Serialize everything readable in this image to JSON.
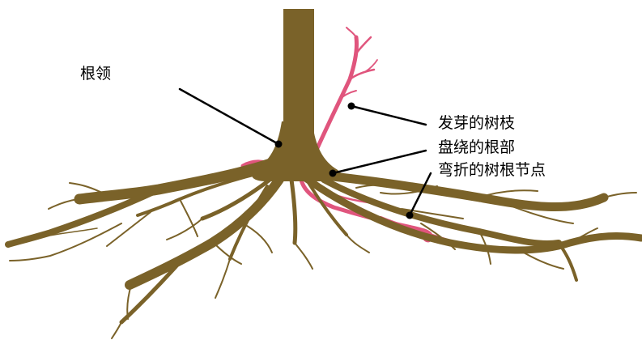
{
  "labels": {
    "root_collar": "根领",
    "sprouting_branch": "发芽的树枝",
    "girdling_root": "盘绕的根部",
    "kinked_root_node": "弯折的树根节点"
  },
  "colors": {
    "root": "#7a6229",
    "sprout": "#e0557d",
    "leader": "#000000",
    "background": "#ffffff"
  }
}
